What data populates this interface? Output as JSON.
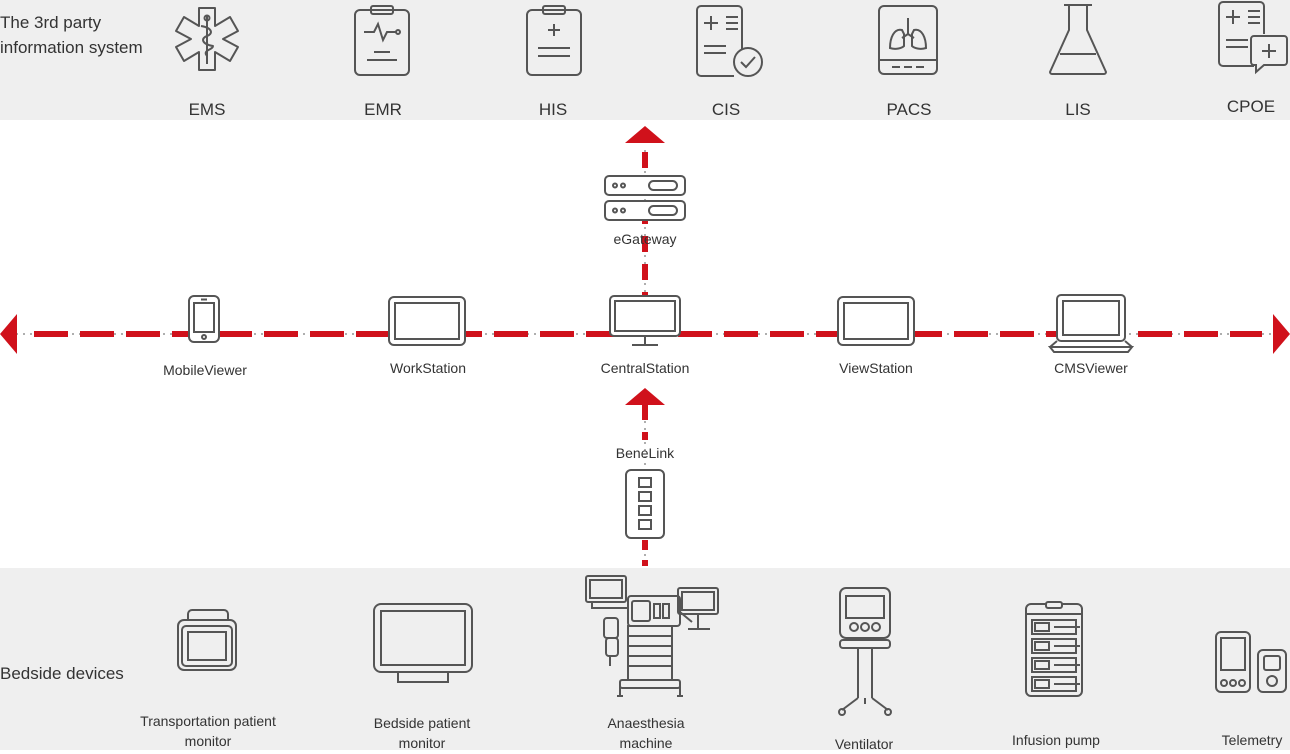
{
  "accent_color": "#d0111b",
  "top_section": {
    "title_line1": "The 3rd party",
    "title_line2": "information system",
    "systems": [
      {
        "label": "EMS",
        "icon": "star-of-life-icon"
      },
      {
        "label": "EMR",
        "icon": "clipboard-ecg-icon"
      },
      {
        "label": "HIS",
        "icon": "clipboard-plus-icon"
      },
      {
        "label": "CIS",
        "icon": "document-check-icon"
      },
      {
        "label": "PACS",
        "icon": "lungs-xray-icon"
      },
      {
        "label": "LIS",
        "icon": "flask-icon"
      },
      {
        "label": "CPOE",
        "icon": "document-comment-icon"
      }
    ]
  },
  "network": {
    "gateway_label": "eGateway",
    "benelink_label": "BeneLink",
    "stations": [
      {
        "label": "MobileViewer",
        "icon": "smartphone-icon"
      },
      {
        "label": "WorkStation",
        "icon": "monitor-icon"
      },
      {
        "label": "CentralStation",
        "icon": "desktop-monitor-icon"
      },
      {
        "label": "ViewStation",
        "icon": "monitor-icon"
      },
      {
        "label": "CMSViewer",
        "icon": "laptop-icon"
      }
    ]
  },
  "bottom_section": {
    "title": "Bedside devices",
    "devices": [
      {
        "label": "Transportation patient monitor",
        "icon": "transport-monitor-icon"
      },
      {
        "label": "Bedside patient monitor",
        "icon": "bedside-monitor-icon"
      },
      {
        "label": "Anaesthesia machine",
        "icon": "anaesthesia-machine-icon"
      },
      {
        "label": "Ventilator",
        "icon": "ventilator-icon"
      },
      {
        "label": "Infusion pump",
        "icon": "infusion-pump-icon"
      },
      {
        "label": "Telemetry",
        "icon": "telemetry-icon"
      }
    ]
  }
}
